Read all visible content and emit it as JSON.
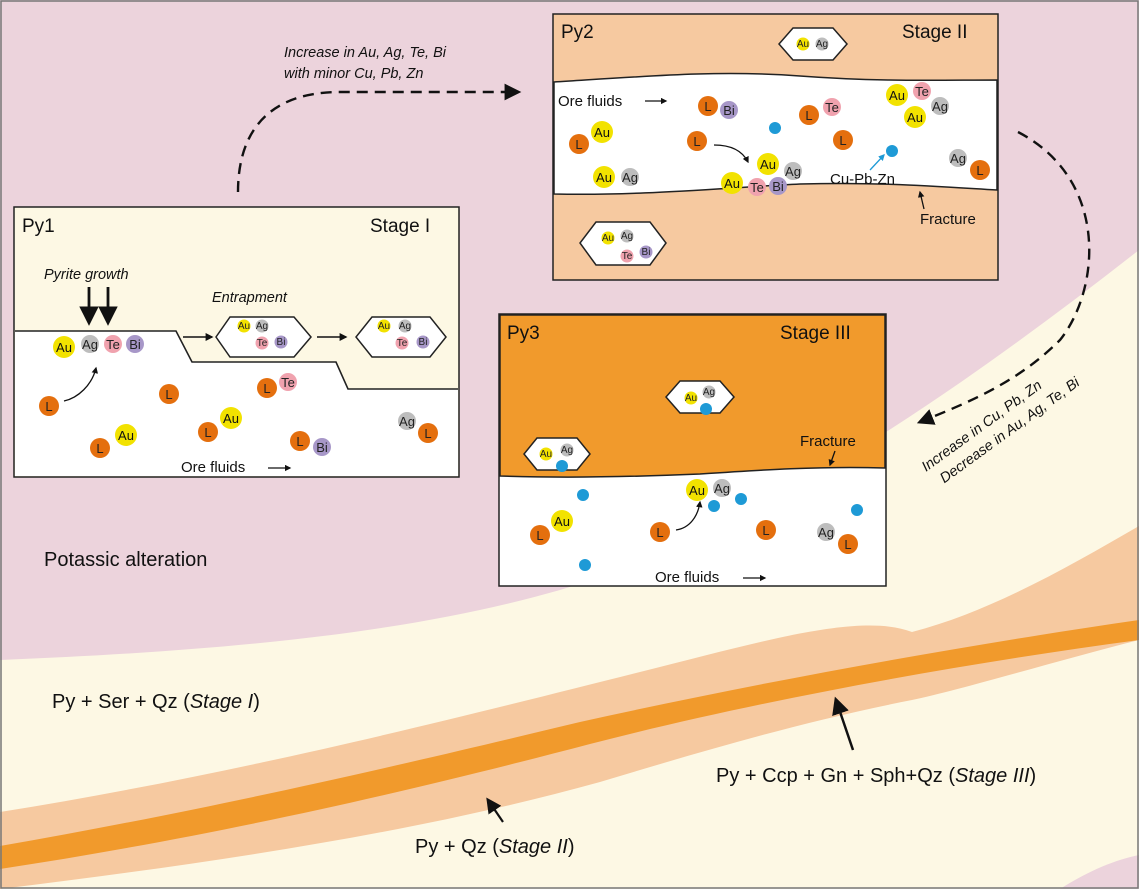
{
  "colors": {
    "potassic": "#ecd3dc",
    "vein_light": "#fdf8e4",
    "vein_mid": "#f6c9a0",
    "vein_core": "#f19a2c",
    "py2_fill": "#f6c9a0",
    "py3_fill": "#f19a2c",
    "py1_fill": "#fdf8e4",
    "au": "#f2e200",
    "ag": "#bdbdbd",
    "te": "#f0a2ae",
    "bi": "#a797c8",
    "l": "#e46f0e",
    "cu_pb_zn": "#1e9ad6"
  },
  "labels": {
    "potassic_alteration": "Potassic alteration",
    "stage1_assemblage": "Py + Ser + Qz (",
    "stage1_italic": "Stage I",
    "stage2_assemblage": "Py + Qz (",
    "stage2_italic": "Stage II",
    "stage3_assemblage": "Py + Ccp + Gn + Sph+Qz (",
    "stage3_italic": "Stage III",
    "close_paren": ")",
    "increase_line1": "Increase in Au, Ag, Te, Bi",
    "increase_line2": "with minor Cu, Pb, Zn",
    "rot_line1": "Increase in Cu, Pb, Zn",
    "rot_line2": "Decrease in Au, Ag, Te, Bi"
  },
  "py1": {
    "name": "Py1",
    "stage": "Stage I",
    "pyrite_growth": "Pyrite growth",
    "entrapment": "Entrapment",
    "ore_fluids": "Ore fluids"
  },
  "py2": {
    "name": "Py2",
    "stage": "Stage II",
    "ore_fluids": "Ore fluids",
    "fracture": "Fracture",
    "cu_pb_zn": "Cu-Pb-Zn"
  },
  "py3": {
    "name": "Py3",
    "stage": "Stage III",
    "fracture": "Fracture",
    "ore_fluids": "Ore fluids"
  },
  "elements": {
    "au": "Au",
    "ag": "Ag",
    "te": "Te",
    "bi": "Bi",
    "l": "L"
  }
}
